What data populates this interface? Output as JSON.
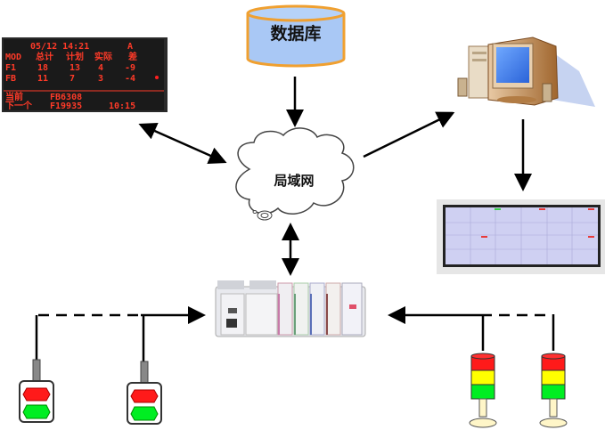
{
  "nodes": {
    "database": {
      "label": "数据库"
    },
    "lan": {
      "label": "局域网"
    },
    "led_board": {
      "header": [
        "05/12 14:21",
        "A"
      ],
      "columns": [
        "MOD",
        "总计",
        "计划",
        "实际",
        "差"
      ],
      "rows": [
        [
          "F1",
          "18",
          "13",
          "4",
          "-9"
        ],
        [
          "FB",
          "11",
          "7",
          "3",
          "-4"
        ]
      ],
      "current_label": "当前",
      "current_value": "FB6308",
      "next_label": "下一个",
      "next_value": "F19935",
      "next_time": "10:15"
    },
    "computer": {
      "label": ""
    },
    "monitor_display": {
      "label": ""
    },
    "plc": {
      "label": ""
    },
    "andon_buttons": [
      {
        "label": ""
      },
      {
        "label": ""
      }
    ],
    "tower_lights": [
      {
        "label": ""
      },
      {
        "label": ""
      }
    ]
  },
  "colors": {
    "db_fill": "#a9c8f5",
    "db_stroke": "#f0a030",
    "led_bg": "#1e1e1e",
    "led_text": "#ff3a28",
    "red": "#ff1a1a",
    "yellow": "#ffff00",
    "green": "#00ee22",
    "tower_base": "#fff6c8"
  }
}
